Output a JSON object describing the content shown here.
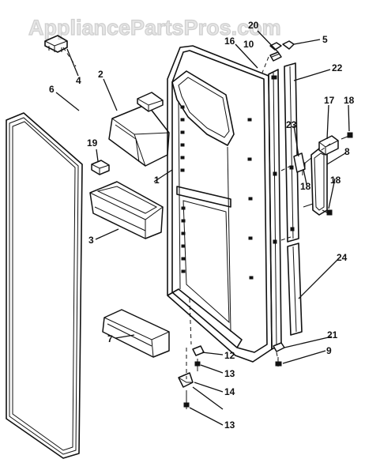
{
  "watermark": "AppliancePartsPros.com",
  "callouts": {
    "c1": "1",
    "c2": "2",
    "c3": "3",
    "c4": "4",
    "c5": "5",
    "c6": "6",
    "c7": "7",
    "c8": "8",
    "c9": "9",
    "c10": "10",
    "c12": "12",
    "c13a": "13",
    "c13b": "13",
    "c14": "14",
    "c16": "16",
    "c17": "17",
    "c18a": "18",
    "c18b": "18",
    "c18c": "18",
    "c19": "19",
    "c20": "20",
    "c21": "21",
    "c22": "22",
    "c23": "23",
    "c24": "24"
  },
  "colors": {
    "ink": "#111111",
    "watermark": "#e6e6e6",
    "background": "#ffffff"
  }
}
